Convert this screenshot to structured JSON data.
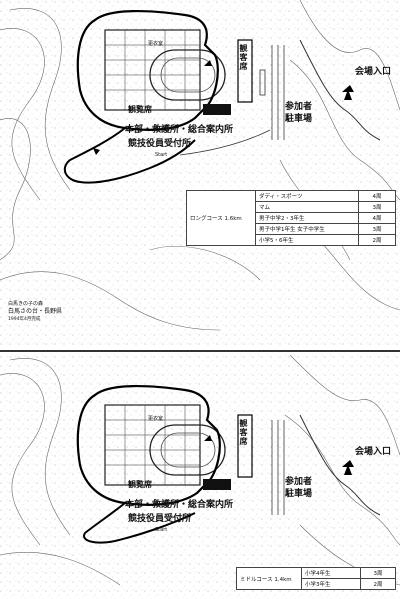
{
  "top_map": {
    "entrance": "会場入口",
    "parking_line1": "参加者",
    "parking_line2": "駐車場",
    "hq": "本部・救護所・総合案内所",
    "equipment": "競技役員受付所",
    "main_stand": "観覧席",
    "vert_label": "観客席",
    "small_label_1": "更衣室",
    "small_label_2": "Start",
    "footer_line1": "白馬きの子の森",
    "footer_line2": "白馬さの台・長野県",
    "footer_line3": "1994年4月完成",
    "course_name": "ロングコース 1.6km",
    "rows": [
      {
        "category": "ダディ・スポーツ",
        "laps": "4周"
      },
      {
        "category": "マム",
        "laps": "3周"
      },
      {
        "category": "男子中学2・3年生",
        "laps": "4周"
      },
      {
        "category": "男子中学1年生 女子中学生",
        "laps": "3周"
      },
      {
        "category": "小学5・6年生",
        "laps": "2周"
      }
    ]
  },
  "bottom_map": {
    "entrance": "会場入口",
    "parking_line1": "参加者",
    "parking_line2": "駐車場",
    "hq": "本部・救護所・総合案内所",
    "equipment": "競技役員受付所",
    "main_stand": "観覧席",
    "vert_label": "観客席",
    "small_label_1": "更衣室",
    "small_label_2": "Start",
    "course_name": "ミドルコース 1.4km",
    "rows": [
      {
        "category": "小学4年生",
        "laps": "3周"
      },
      {
        "category": "小学3年生",
        "laps": "2周"
      }
    ]
  }
}
